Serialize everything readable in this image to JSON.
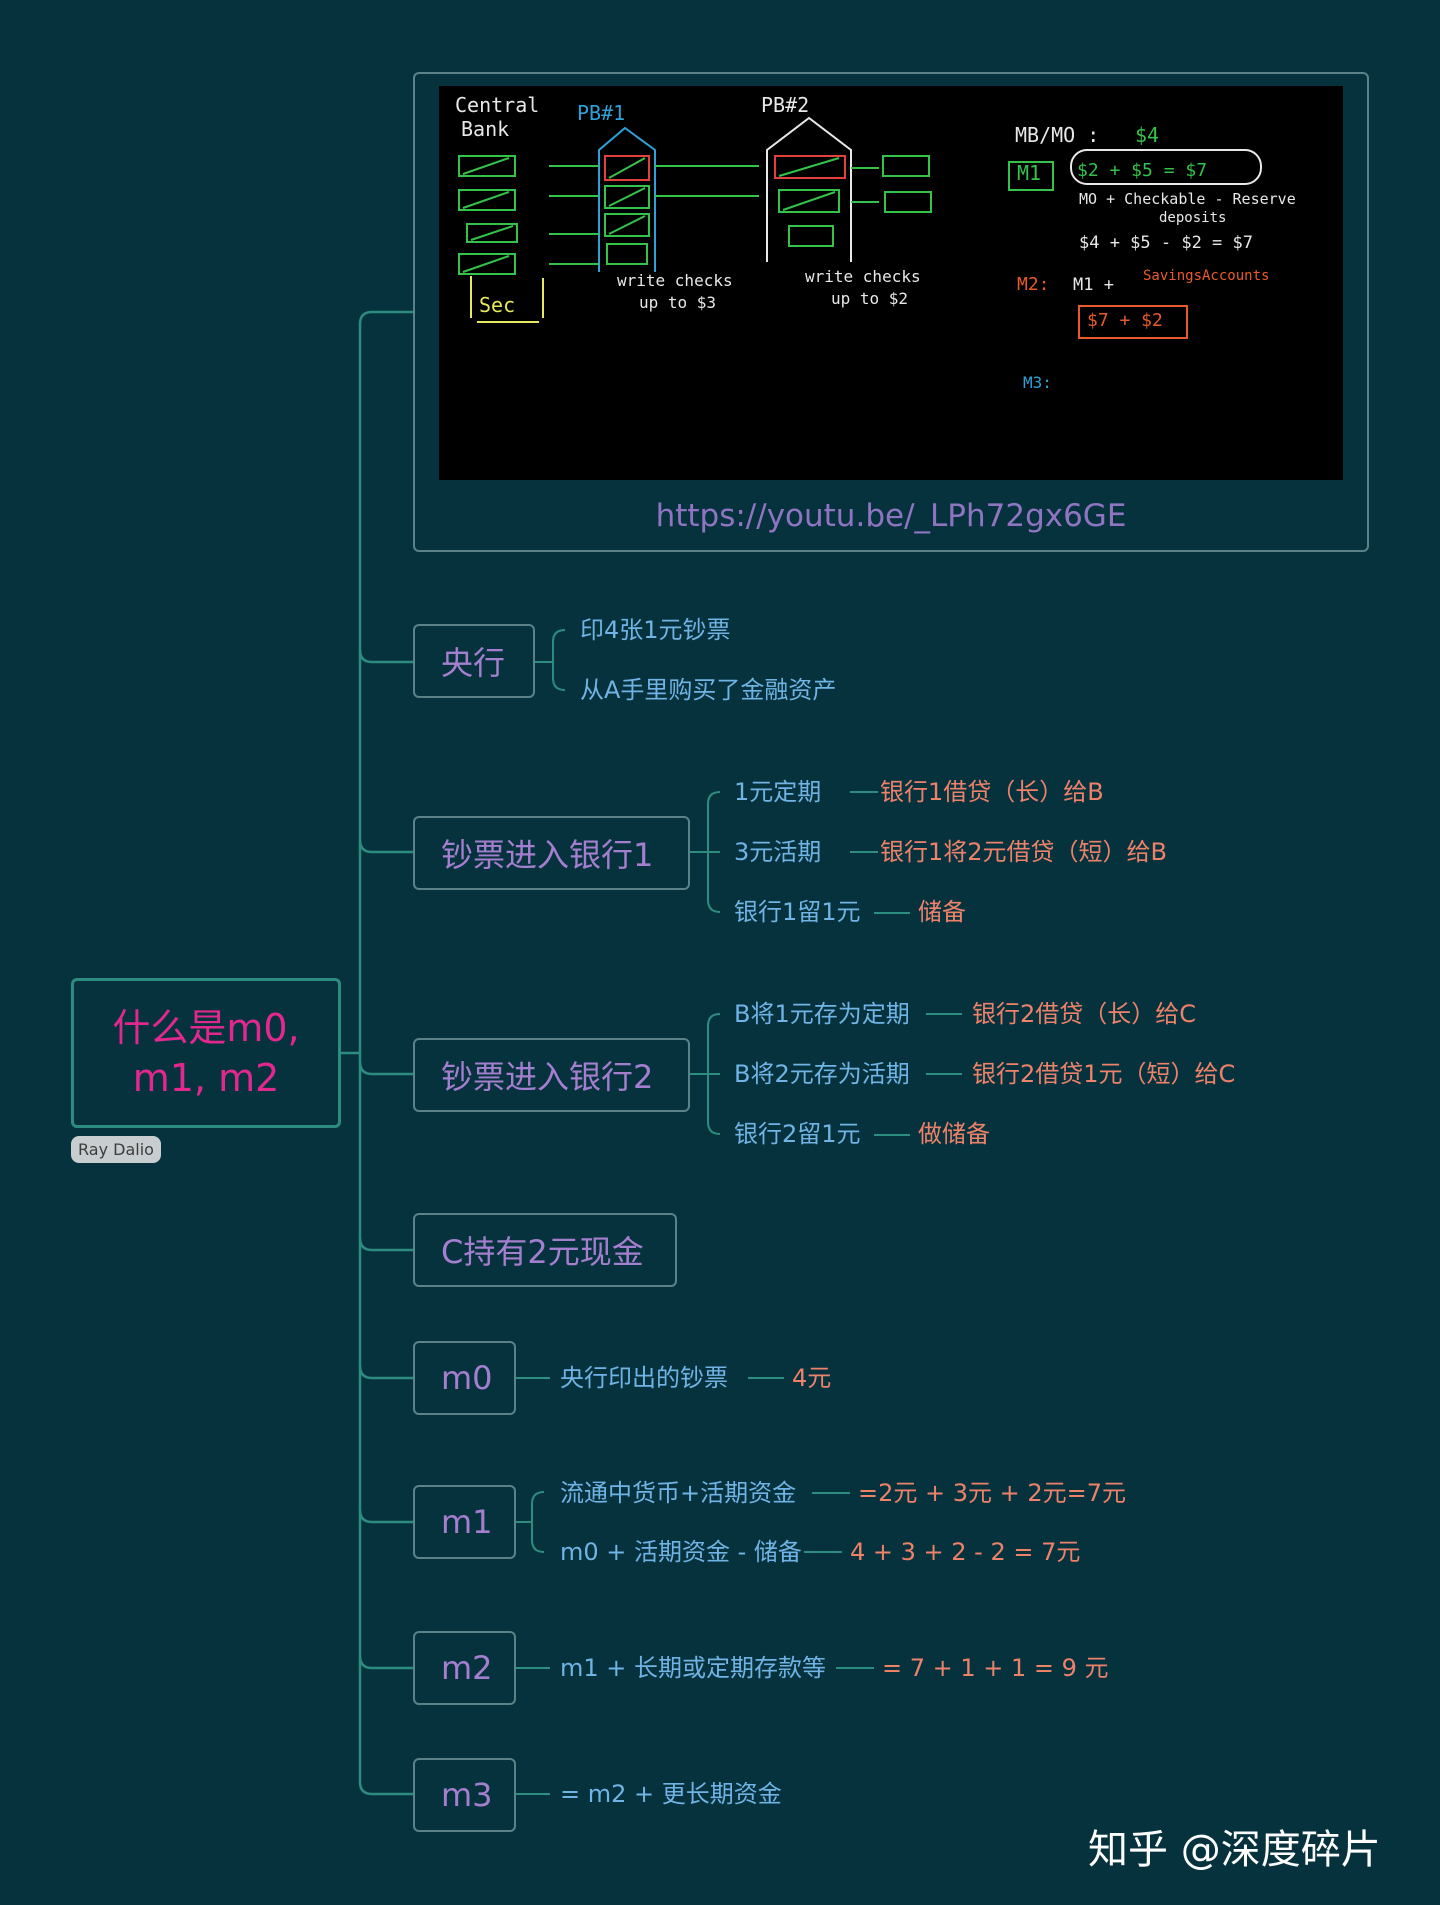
{
  "root": {
    "line1": "什么是m0,",
    "line2": "m1, m2",
    "badge": "Ray Dalio"
  },
  "media": {
    "link": "https://youtu.be/_LPh72gx6GE",
    "board": {
      "central_bank": [
        "Central",
        "Bank"
      ],
      "pb1": "PB#1",
      "pb2": "PB#2",
      "sec": "Sec",
      "note1": [
        "write checks",
        "up to $3"
      ],
      "note2": [
        "write checks",
        "up to $2"
      ],
      "mb": "MB/MO : ",
      "mb_value": "$4",
      "m1_label": "M1",
      "m1_eq": "$2 + $5 = $7",
      "m1_formula": [
        "MO + Checkable - Reserve",
        "deposits"
      ],
      "m1_calc": "$4 + $5 - $2 = $7",
      "m2_label": "M2:",
      "m2_formula": "M1 + ",
      "m2_savings": "SavingsAccounts",
      "m2_eq": "$7 + $2",
      "m3_label": "M3:"
    }
  },
  "nodes": {
    "central_bank": {
      "label": "央行",
      "children": [
        "印4张1元钞票",
        "从A手里购买了金融资产"
      ]
    },
    "bank1": {
      "label": "钞票进入银行1",
      "rows": [
        {
          "left": "1元定期",
          "right": "银行1借贷（长）给B"
        },
        {
          "left": "3元活期",
          "right": "银行1将2元借贷（短）给B"
        },
        {
          "left": "银行1留1元",
          "right": "储备"
        }
      ]
    },
    "bank2": {
      "label": "钞票进入银行2",
      "rows": [
        {
          "left": "B将1元存为定期",
          "right": "银行2借贷（长）给C"
        },
        {
          "left": "B将2元存为活期",
          "right": "银行2借贷1元（短）给C"
        },
        {
          "left": "银行2留1元",
          "right": "做储备"
        }
      ]
    },
    "c_cash": {
      "label": "C持有2元现金"
    },
    "m0": {
      "label": "m0",
      "left": "央行印出的钞票",
      "right": "4元"
    },
    "m1": {
      "label": "m1",
      "rows": [
        {
          "left": "流通中货币+活期资金",
          "right": "=2元 + 3元 + 2元=7元"
        },
        {
          "left": "m0 + 活期资金 - 储备",
          "right": "4 + 3 + 2 - 2 = 7元"
        }
      ]
    },
    "m2": {
      "label": "m2",
      "left": "m1 + 长期或定期存款等",
      "right": "= 7 + 1 + 1 = 9 元"
    },
    "m3": {
      "label": "m3",
      "left": "= m2 + 更长期资金"
    }
  },
  "watermark": "知乎 @深度碎片",
  "colors": {
    "background": "#06323e",
    "root_text": "#e2288e",
    "node_text": "#a57fcf",
    "leaf_blue": "#6fb4e4",
    "leaf_orange": "#ee8269",
    "line": "#2d8c80"
  }
}
